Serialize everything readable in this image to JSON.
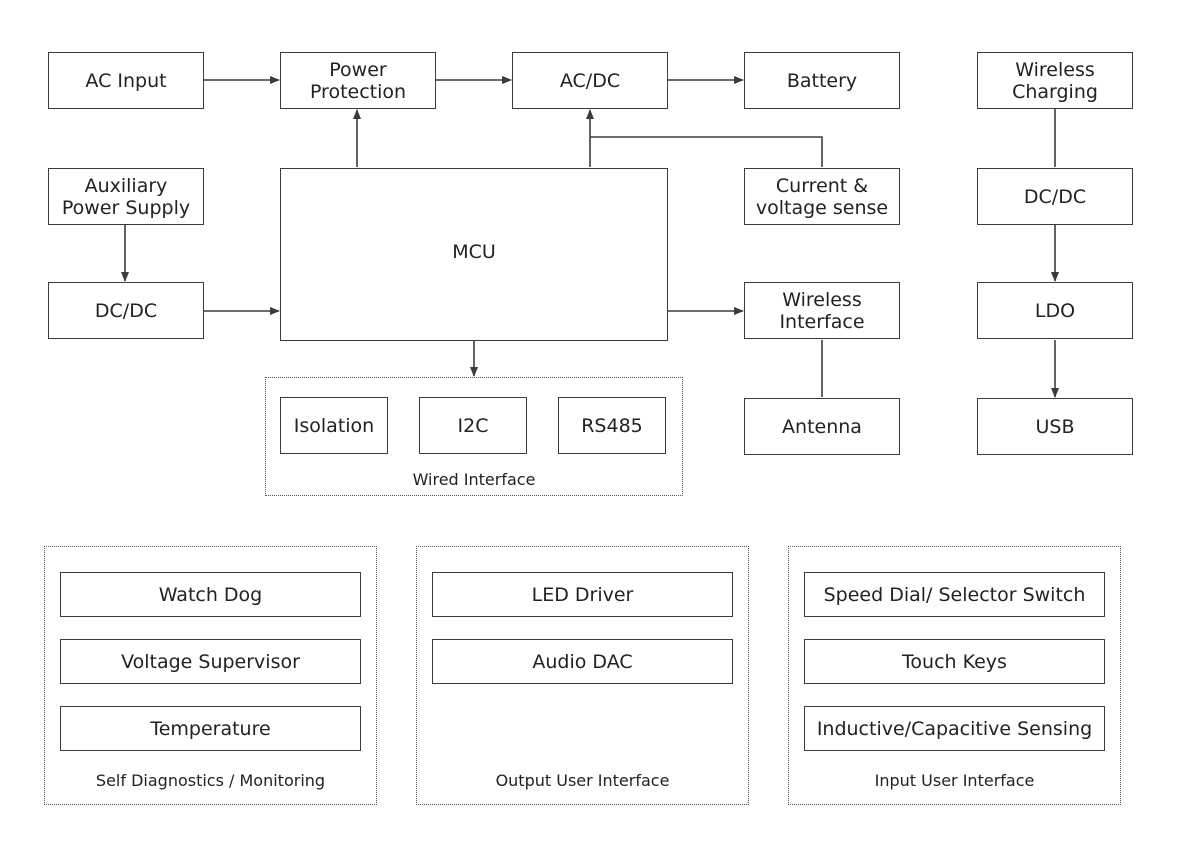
{
  "blocks": {
    "ac_input": "AC Input",
    "power_protection": "Power\nProtection",
    "ac_dc": "AC/DC",
    "battery": "Battery",
    "wireless_charging": "Wireless\nCharging",
    "auxiliary_power_supply": "Auxiliary\nPower Supply",
    "mcu": "MCU",
    "current_voltage_sense": "Current &\nvoltage sense",
    "dc_dc_right": "DC/DC",
    "dc_dc_left": "DC/DC",
    "wireless_interface": "Wireless\nInterface",
    "ldo": "LDO",
    "isolation": "Isolation",
    "i2c": "I2C",
    "rs485": "RS485",
    "antenna": "Antenna",
    "usb": "USB"
  },
  "wired_interface": {
    "label": "Wired Interface"
  },
  "self_diagnostics": {
    "label": "Self Diagnostics / Monitoring",
    "items": [
      "Watch Dog",
      "Voltage Supervisor",
      "Temperature"
    ]
  },
  "output_ui": {
    "label": "Output User Interface",
    "items": [
      "LED Driver",
      "Audio DAC"
    ]
  },
  "input_ui": {
    "label": "Input User Interface",
    "items": [
      "Speed Dial/ Selector Switch",
      "Touch Keys",
      "Inductive/Capacitive Sensing"
    ]
  },
  "colors": {
    "line": "#3c3c3c",
    "text": "#222222",
    "background": "#ffffff"
  }
}
